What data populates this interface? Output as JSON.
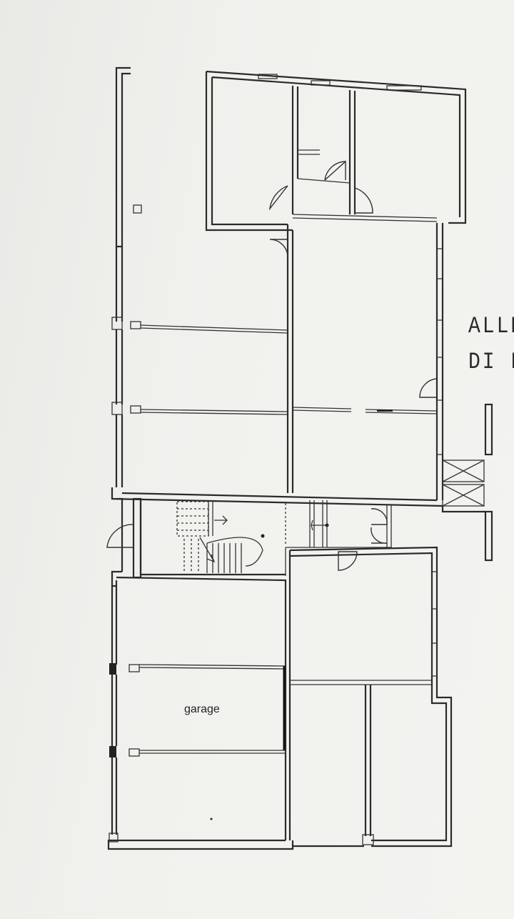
{
  "plan": {
    "rooms": [
      {
        "id": "garage",
        "label": "garage"
      }
    ],
    "side_note": {
      "line1": "ALLE",
      "line2": "DI FA"
    }
  }
}
